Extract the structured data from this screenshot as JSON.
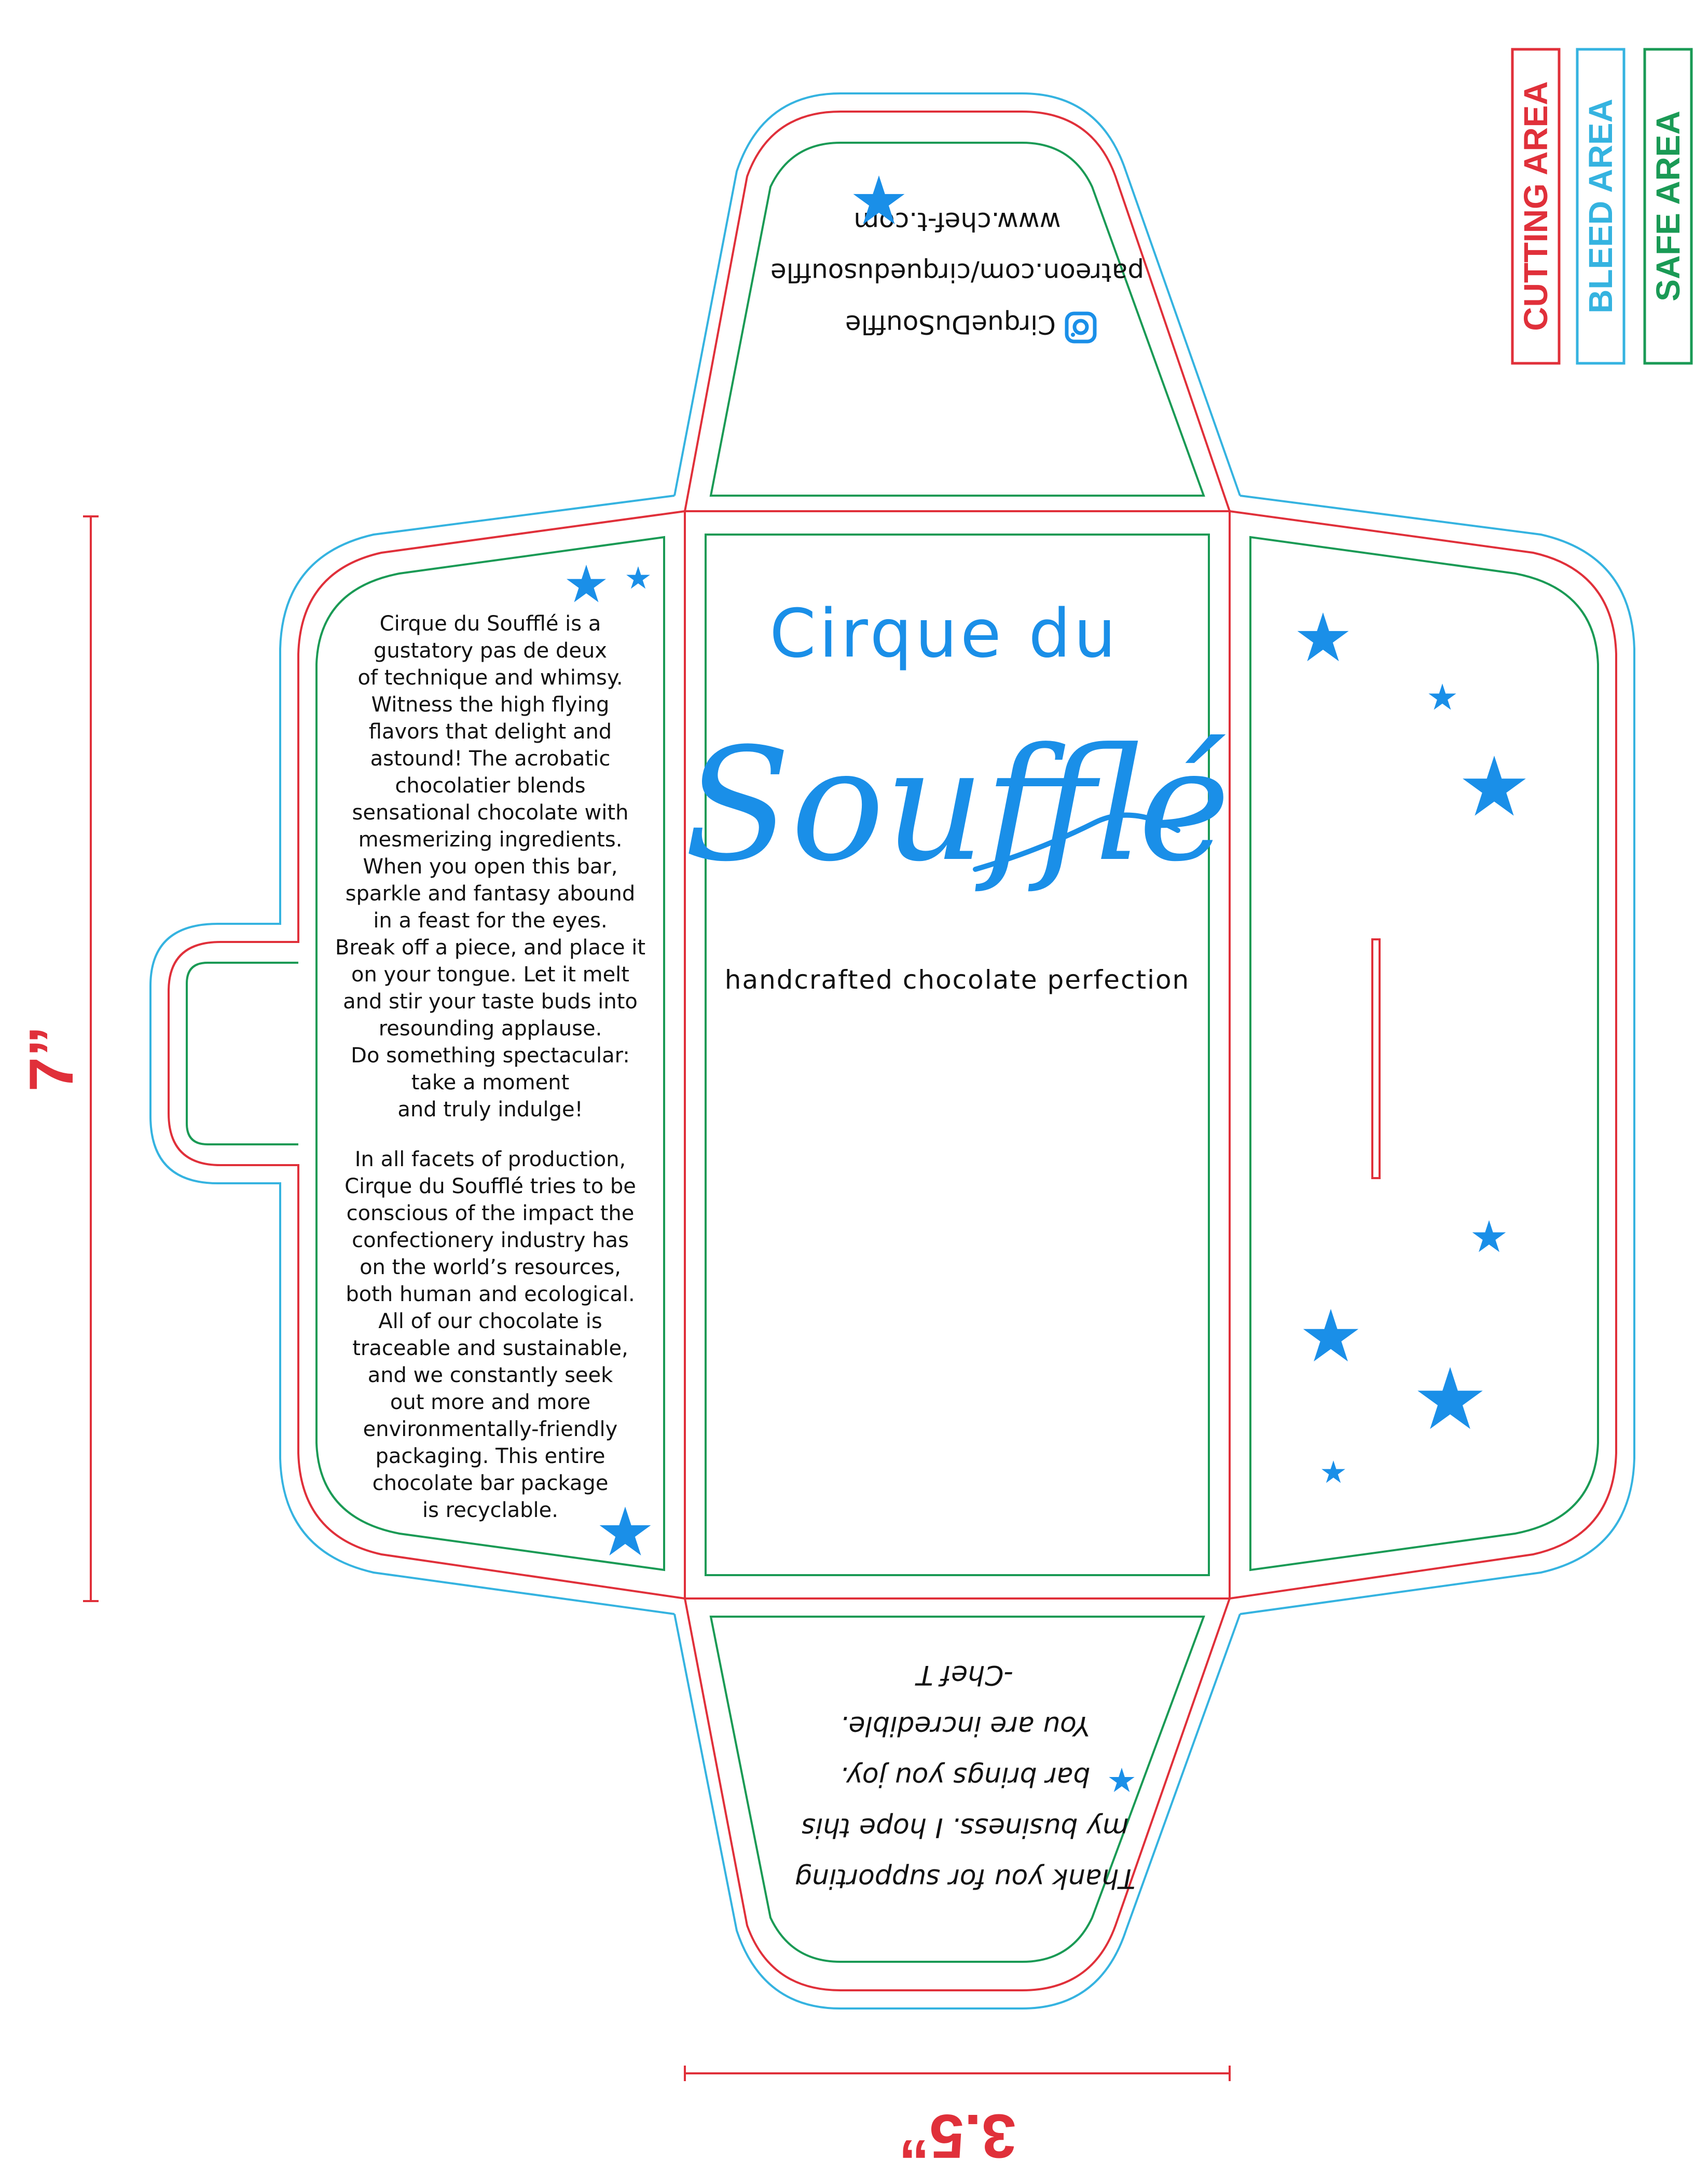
{
  "colors": {
    "cutting": "#e0303a",
    "bleed": "#35b3e0",
    "safe": "#1a9a55",
    "brand_blue": "#1a8fe8",
    "text": "#111111"
  },
  "legend": {
    "cutting": "CUTTING AREA",
    "bleed": "BLEED AREA",
    "safe": "SAFE AREA"
  },
  "dimensions": {
    "height": "7”",
    "width": "3.5”"
  },
  "front": {
    "title_line1": "Cirque du",
    "title_script": "Soufflé",
    "tagline": "handcrafted chocolate perfection"
  },
  "top_flap": {
    "instagram": "CirqueDuSouffle",
    "patreon": "patreon.com/cirquedusouffle",
    "website": "www.chef-t.com"
  },
  "bottom_flap": {
    "lines": [
      "Thank you for supporting",
      "my business. I hope this",
      "bar brings you joy.",
      "You are incredible.",
      "-Chef T"
    ]
  },
  "left_panel": {
    "paragraph1": [
      "Cirque du Soufflé is a",
      "gustatory pas de deux",
      "of technique and whimsy.",
      "Witness the high flying",
      "flavors that delight and",
      "astound! The acrobatic",
      "chocolatier blends",
      "sensational chocolate with",
      "mesmerizing ingredients.",
      "When you open this bar,",
      "sparkle and fantasy abound",
      "in a feast for the eyes.",
      "Break off a piece, and place it",
      "on your tongue. Let it melt",
      "and stir your taste buds into",
      "resounding applause.",
      "Do something spectacular:",
      "take a moment",
      "and truly indulge!"
    ],
    "paragraph2": [
      "In all facets of production,",
      "Cirque du Soufflé tries to be",
      "conscious of the impact the",
      "confectionery industry has",
      "on the world’s resources,",
      "both human and ecological.",
      "All of our chocolate is",
      "traceable and sustainable,",
      "and we constantly seek",
      "out more and more",
      "environmentally-friendly",
      "packaging. This entire",
      "chocolate bar package",
      "is recyclable."
    ]
  },
  "icons": {
    "social": "instagram-icon",
    "decoration": "star-icon"
  }
}
